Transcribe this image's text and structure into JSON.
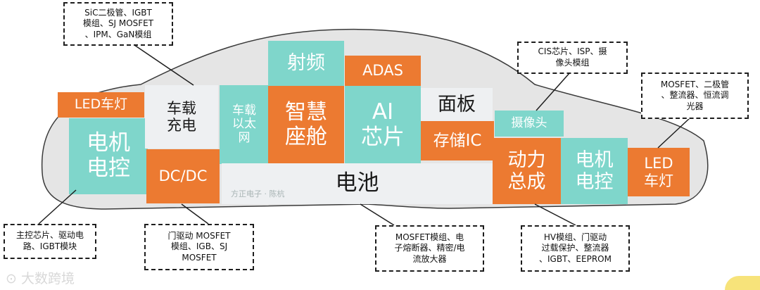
{
  "blocks": {
    "led_left": "LED车灯",
    "motor_left": "电机\n电控",
    "charger": "车载\n充电",
    "dcdc": "DC/DC",
    "ethernet": "车载\n以太\n网",
    "rf": "射频",
    "adas": "ADAS",
    "cockpit": "智慧\n座舱",
    "ai_chip": "AI\n芯片",
    "panel": "面板",
    "storage": "存储IC",
    "camera": "摄像头",
    "powertrain": "动力\n总成",
    "motor_right": "电机\n电控",
    "led_right": "LED\n车灯",
    "battery": "电池"
  },
  "callouts": {
    "sic": "SiC二极管、IGBT\n模组、SJ MOSFET\n、IPM、GaN模组",
    "cis": "CIS芯片、ISP、摄\n像头模组",
    "mosfet_diode": "MOSFET、二极管\n、整流器、恒流调\n光器",
    "main_chip": "主控芯片、驱动电\n路、IGBT模块",
    "gate_drive": "门驱动   MOSFET\n模组、IGB、SJ\nMOSFET",
    "fuse": "MOSFET模组、电\n子熔断器、精密/电\n流放大器",
    "hv": "HV模组、门驱动\n过载保护、整流器\n、IGBT、EEPROM"
  },
  "watermark": "方正电子 · 陈杭",
  "brand": "大数跨境",
  "colors": {
    "teal": "#7fd6cb",
    "orange": "#ec7a31",
    "light": "#eef0f2",
    "car_body": "#e5e5e5"
  }
}
